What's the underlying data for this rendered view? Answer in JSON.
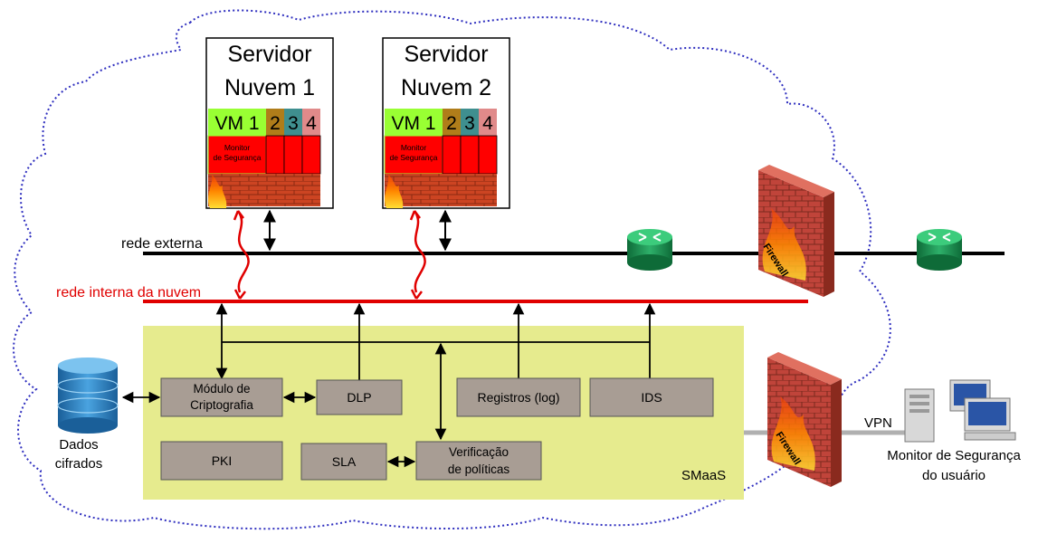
{
  "servers": [
    {
      "title_line1": "Servidor",
      "title_line2": "Nuvem 1",
      "vm1": "VM 1",
      "vm2": "2",
      "vm3": "3",
      "vm4": "4",
      "monitor_line1": "Monitor",
      "monitor_line2": "de Segurança"
    },
    {
      "title_line1": "Servidor",
      "title_line2": "Nuvem 2",
      "vm1": "VM 1",
      "vm2": "2",
      "vm3": "3",
      "vm4": "4",
      "monitor_line1": "Monitor",
      "monitor_line2": "de Segurança"
    }
  ],
  "networks": {
    "external": "rede externa",
    "internal": "rede interna da nuvem"
  },
  "smaas": {
    "label": "SMaaS",
    "modules": {
      "crypto_line1": "Módulo de",
      "crypto_line2": "Criptografia",
      "dlp": "DLP",
      "log": "Registros (log)",
      "ids": "IDS",
      "pki": "PKI",
      "sla": "SLA",
      "policy_line1": "Verificação",
      "policy_line2": "de políticas"
    }
  },
  "database": {
    "line1": "Dados",
    "line2": "cifrados"
  },
  "firewall_label": "Firewall",
  "vpn": "VPN",
  "user_monitor": {
    "line1": "Monitor de Segurança",
    "line2": "do usuário"
  },
  "colors": {
    "cloud_border": "#2f2fbf",
    "smaas_bg": "#e6eb8e",
    "module_bg": "#a89d94",
    "internal_net": "#e00000",
    "external_net": "#000000",
    "vm1": "#99ff33",
    "vm2": "#b07d1a",
    "vm3": "#3f8f8f",
    "vm4": "#e08a8a",
    "monitor_red": "#ff0000",
    "router": "#1f8f4f"
  }
}
